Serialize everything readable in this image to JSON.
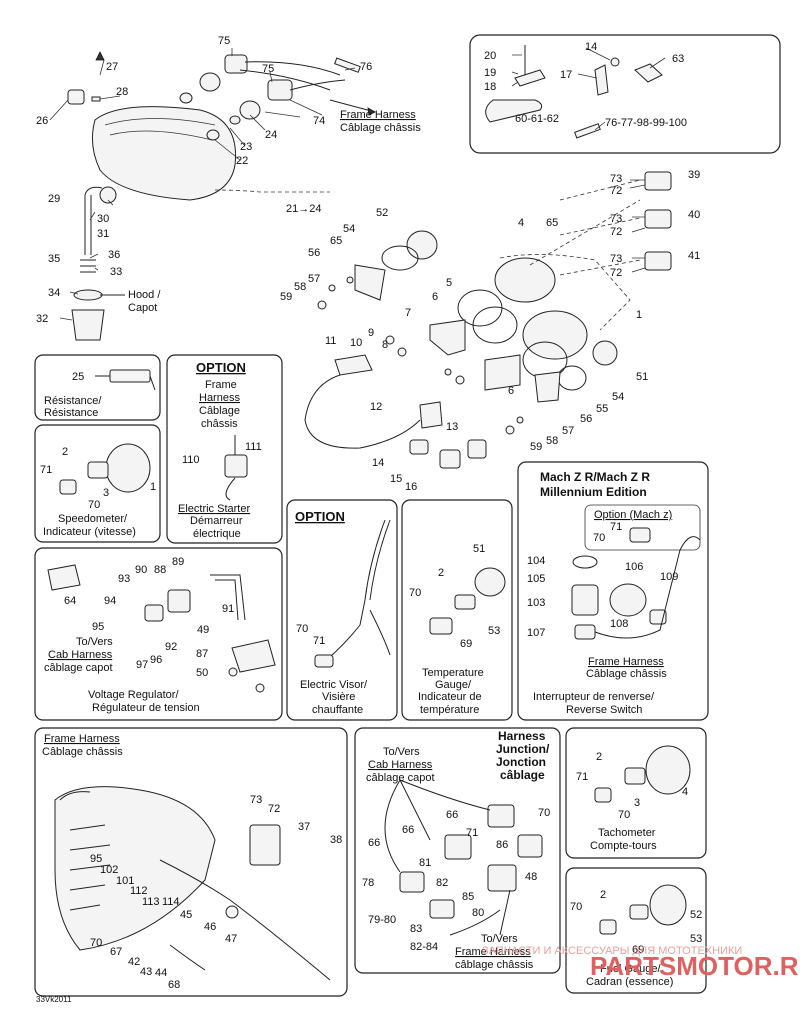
{
  "diagram_code": "33Vk2011",
  "watermark": {
    "line1": "ЗАПЧАСТИ И АКСЕССУАРЫ ДЛЯ МОТОТЕХНИКИ",
    "brand": "PARTSMOTOR.RU"
  },
  "top": {
    "frame_harness_1": "Frame Harness",
    "frame_harness_2": "Câblage châssis",
    "hood_1": "Hood /",
    "hood_2": "Capot",
    "range_21_24": "21→24",
    "ref_60_61_62": "60-61-62",
    "ref_76_100": "76-77-98-99-100"
  },
  "panels": {
    "resistance": {
      "label1": "Résistance/",
      "label2": "Résistance"
    },
    "option_starter": {
      "option": "OPTION",
      "fh1": "Frame",
      "fh2": "Harness",
      "fh3": "Câblage",
      "fh4": "châssis",
      "title1": "Electric Starter",
      "title2": "Démarreur",
      "title3": "électrique"
    },
    "speedometer": {
      "title1": "Speedometer/",
      "title2": "Indicateur (vitesse)"
    },
    "option_visor": {
      "option": "OPTION",
      "title1": "Electric Visor/",
      "title2": "Visière",
      "title3": "chauffante"
    },
    "temperature": {
      "title1": "Temperature",
      "title2": "Gauge/",
      "title3": "Indicateur de",
      "title4": "température"
    },
    "mach": {
      "header1": "Mach Z R/Mach Z R",
      "header2": "Millennium Edition",
      "option": "Option (Mach z)",
      "fh1": "Frame Harness",
      "fh2": "Câblage châssis",
      "title1": "Interrupteur de renverse/",
      "title2": "Reverse Switch"
    },
    "regulator": {
      "to1": "To/Vers",
      "to2": "Cab Harness",
      "to3": "câblage capot",
      "title1": "Voltage Regulator/",
      "title2": "Régulateur de tension"
    },
    "frame_harness": {
      "h1": "Frame Harness",
      "h2": "Câblage châssis"
    },
    "junction": {
      "to1": "To/Vers",
      "to2": "Cab Harness",
      "to3": "câblage capot",
      "hj1": "Harness",
      "hj2": "Junction/",
      "hj3": "Jonction",
      "hj4": "câblage",
      "bot1": "To/Vers",
      "bot2": "Frame Harness",
      "bot3": "câblage châssis"
    },
    "tachometer": {
      "title1": "Tachometer",
      "title2": "Compte-tours"
    },
    "fuel": {
      "title1": "Fuel Gauge/",
      "title2": "Cadran (essence)"
    }
  },
  "part_numbers": {
    "n1": "1",
    "n2": "2",
    "n3": "3",
    "n4": "4",
    "n5": "5",
    "n6": "6",
    "n7": "7",
    "n8": "8",
    "n9": "9",
    "n10": "10",
    "n11": "11",
    "n12": "12",
    "n13": "13",
    "n14": "14",
    "n15": "15",
    "n16": "16",
    "n17": "17",
    "n18": "18",
    "n19": "19",
    "n20": "20",
    "n22": "22",
    "n23": "23",
    "n24": "24",
    "n25": "25",
    "n26": "26",
    "n27": "27",
    "n28": "28",
    "n29": "29",
    "n30": "30",
    "n31": "31",
    "n32": "32",
    "n33": "33",
    "n34": "34",
    "n35": "35",
    "n36": "36",
    "n37": "37",
    "n38": "38",
    "n39": "39",
    "n40": "40",
    "n41": "41",
    "n42": "42",
    "n43": "43",
    "n44": "44",
    "n45": "45",
    "n46": "46",
    "n47": "47",
    "n48": "48",
    "n49": "49",
    "n50": "50",
    "n51": "51",
    "n52": "52",
    "n53": "53",
    "n54": "54",
    "n55": "55",
    "n56": "56",
    "n57": "57",
    "n58": "58",
    "n59": "59",
    "n63": "63",
    "n64": "64",
    "n65": "65",
    "n66": "66",
    "n67": "67",
    "n68": "68",
    "n69": "69",
    "n70": "70",
    "n71": "71",
    "n72": "72",
    "n73": "73",
    "n74": "74",
    "n75": "75",
    "n76": "76",
    "n78": "78",
    "n79_80": "79-80",
    "n80": "80",
    "n81": "81",
    "n82": "82",
    "n82_84": "82-84",
    "n83": "83",
    "n85": "85",
    "n86": "86",
    "n87": "87",
    "n88": "88",
    "n89": "89",
    "n90": "90",
    "n91": "91",
    "n92": "92",
    "n93": "93",
    "n94": "94",
    "n95": "95",
    "n96": "96",
    "n97": "97",
    "n101": "101",
    "n102": "102",
    "n103": "103",
    "n104": "104",
    "n105": "105",
    "n106": "106",
    "n107": "107",
    "n108": "108",
    "n109": "109",
    "n110": "110",
    "n111": "111",
    "n112": "112",
    "n113": "113",
    "n114": "114"
  }
}
